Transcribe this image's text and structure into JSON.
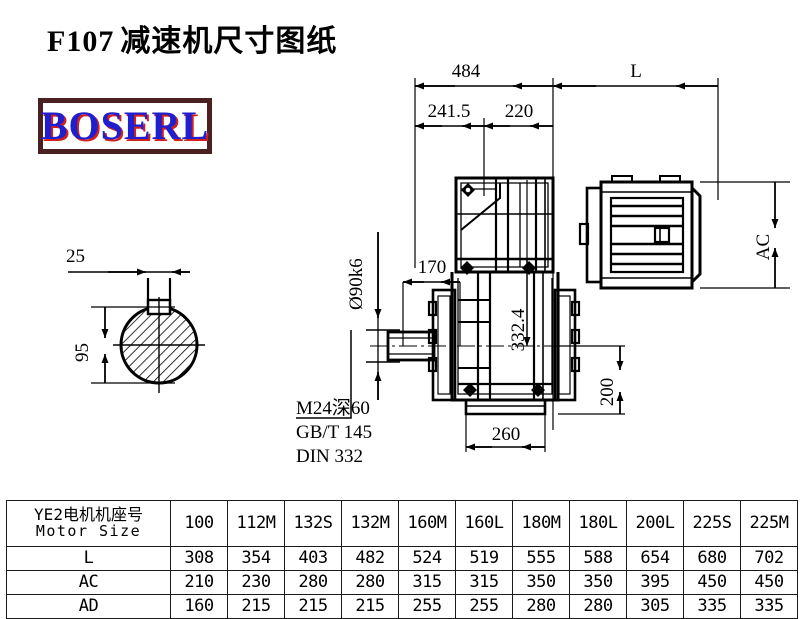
{
  "title": {
    "model": "F107",
    "cn": "减速机尺寸图纸",
    "full": "F107 减速机尺寸图纸"
  },
  "logo": {
    "text": "BOSERL",
    "text_color": "#1f1fcf",
    "shadow_color": "#d02020",
    "border_color": "#4a2020"
  },
  "shaft_detail": {
    "key_width": "25",
    "diameter": "95"
  },
  "dimensions": {
    "total_484": "484",
    "motor_L": "L",
    "d_241_5": "241.5",
    "d_220": "220",
    "shaft_dia": "Ø90k6",
    "d_170": "170",
    "d_332_4": "332.4",
    "d_200": "200",
    "d_260": "260",
    "motor_AC": "AC"
  },
  "annotations": {
    "line1": "M24深60",
    "line2": "GB/T 145",
    "line3": "DIN 332"
  },
  "table": {
    "header_cn": "YE2电机机座号",
    "header_en": "Motor Size",
    "motor_sizes": [
      "100",
      "112M",
      "132S",
      "132M",
      "160M",
      "160L",
      "180M",
      "180L",
      "200L",
      "225S",
      "225M"
    ],
    "rows": [
      {
        "label": "L",
        "values": [
          "308",
          "354",
          "403",
          "482",
          "524",
          "519",
          "555",
          "588",
          "654",
          "680",
          "702"
        ]
      },
      {
        "label": "AC",
        "values": [
          "210",
          "230",
          "280",
          "280",
          "315",
          "315",
          "350",
          "350",
          "395",
          "450",
          "450"
        ]
      },
      {
        "label": "AD",
        "values": [
          "160",
          "215",
          "215",
          "215",
          "255",
          "255",
          "280",
          "280",
          "305",
          "335",
          "335"
        ]
      }
    ]
  }
}
